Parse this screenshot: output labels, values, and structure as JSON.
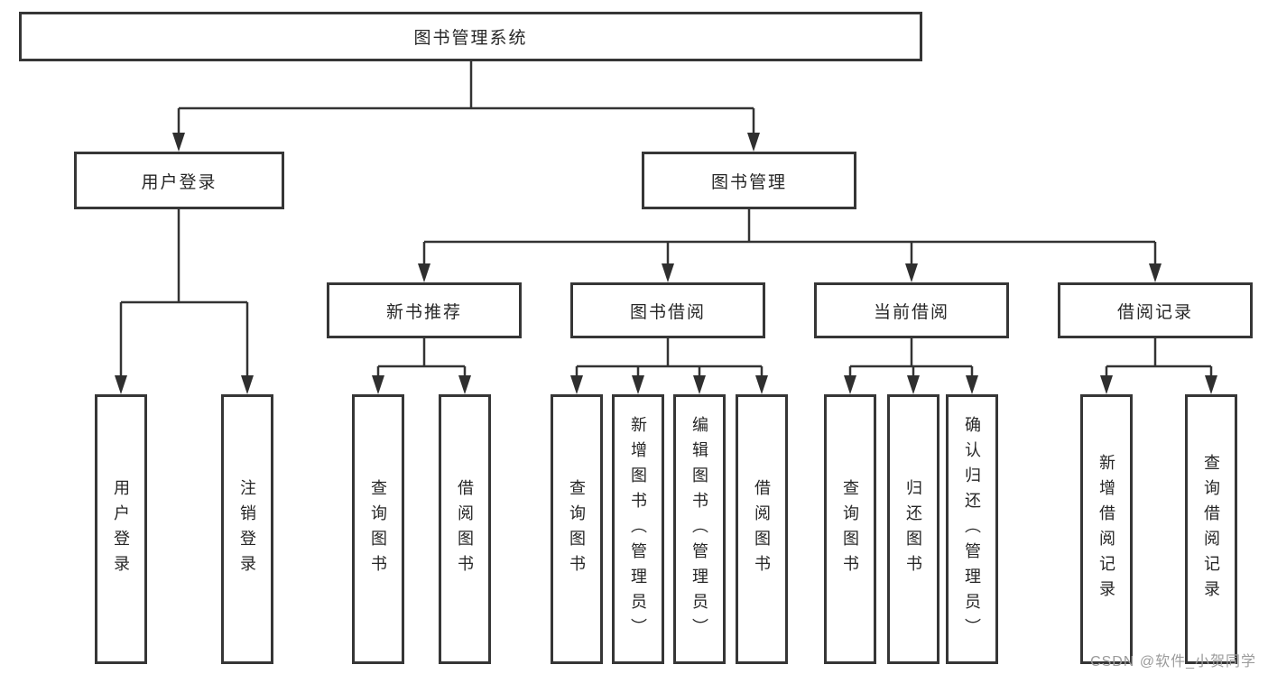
{
  "title": "图书管理系统",
  "tree": {
    "label": "图书管理系统",
    "children": [
      {
        "label": "用户登录",
        "children": [
          {
            "label": "用户登录"
          },
          {
            "label": "注销登录"
          }
        ]
      },
      {
        "label": "图书管理",
        "children": [
          {
            "label": "新书推荐",
            "children": [
              {
                "label": "查询图书"
              },
              {
                "label": "借阅图书"
              }
            ]
          },
          {
            "label": "图书借阅",
            "children": [
              {
                "label": "查询图书"
              },
              {
                "label": "新增图书（管理员）"
              },
              {
                "label": "编辑图书（管理员）"
              },
              {
                "label": "借阅图书"
              }
            ]
          },
          {
            "label": "当前借阅",
            "children": [
              {
                "label": "查询图书"
              },
              {
                "label": "归还图书"
              },
              {
                "label": "确认归还（管理员）"
              }
            ]
          },
          {
            "label": "借阅记录",
            "children": [
              {
                "label": "新增借阅记录"
              },
              {
                "label": "查询借阅记录"
              }
            ]
          }
        ]
      }
    ]
  },
  "watermark": "CSDN @软件_小贺同学",
  "colors": {
    "background": "#ffffff",
    "box_border": "#363636",
    "connector_line": "#333333",
    "text": "#262626",
    "watermark": "#9b9b9b"
  }
}
